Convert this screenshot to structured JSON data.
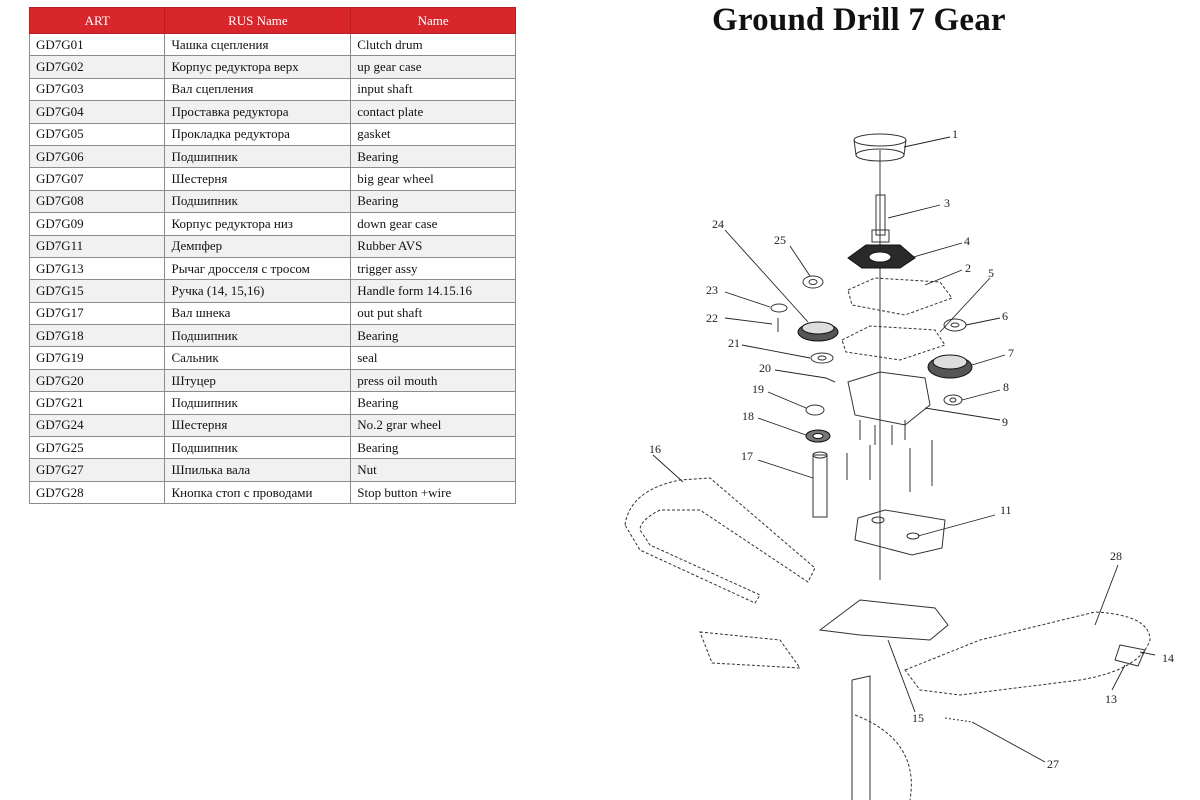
{
  "title": "Ground Drill 7 Gear",
  "table": {
    "headers": [
      "ART",
      "RUS Name",
      "Name"
    ],
    "rows": [
      [
        "GD7G01",
        "Чашка сцепления",
        "Clutch drum"
      ],
      [
        "GD7G02",
        "Корпус редуктора верх",
        "up gear case"
      ],
      [
        "GD7G03",
        "Вал сцепления",
        "input shaft"
      ],
      [
        "GD7G04",
        "Проставка редуктора",
        "contact plate"
      ],
      [
        "GD7G05",
        "Прокладка редуктора",
        "gasket"
      ],
      [
        "GD7G06",
        "Подшипник",
        "Bearing"
      ],
      [
        "GD7G07",
        "Шестерня",
        "big gear wheel"
      ],
      [
        "GD7G08",
        "Подшипник",
        "Bearing"
      ],
      [
        "GD7G09",
        "Корпус редуктора низ",
        "down gear case"
      ],
      [
        "GD7G11",
        "Демпфер",
        "Rubber AVS"
      ],
      [
        "GD7G13",
        "Рычаг дросселя с тросом",
        "trigger assy"
      ],
      [
        "GD7G15",
        "Ручка (14, 15,16)",
        "Handle form 14.15.16"
      ],
      [
        "GD7G17",
        "Вал шнека",
        "out put shaft"
      ],
      [
        "GD7G18",
        "Подшипник",
        "Bearing"
      ],
      [
        "GD7G19",
        "Сальник",
        "seal"
      ],
      [
        "GD7G20",
        "Штуцер",
        "press oil mouth"
      ],
      [
        "GD7G21",
        "Подшипник",
        "Bearing"
      ],
      [
        "GD7G24",
        "Шестерня",
        "No.2 grar wheel"
      ],
      [
        "GD7G25",
        "Подшипник",
        "Bearing"
      ],
      [
        "GD7G27",
        "Шпилька вала",
        "Nut"
      ],
      [
        "GD7G28",
        "Кнопка стоп с проводами",
        "Stop button +wire"
      ]
    ]
  },
  "diagram": {
    "callouts": [
      "1",
      "3",
      "24",
      "25",
      "4",
      "2",
      "5",
      "23",
      "22",
      "6",
      "21",
      "7",
      "20",
      "8",
      "19",
      "9",
      "18",
      "16",
      "17",
      "11",
      "28",
      "14",
      "13",
      "15",
      "27"
    ]
  },
  "colors": {
    "header_bg": "#d9262b",
    "header_text": "#ffffff",
    "grid": "#8c8c8c"
  }
}
